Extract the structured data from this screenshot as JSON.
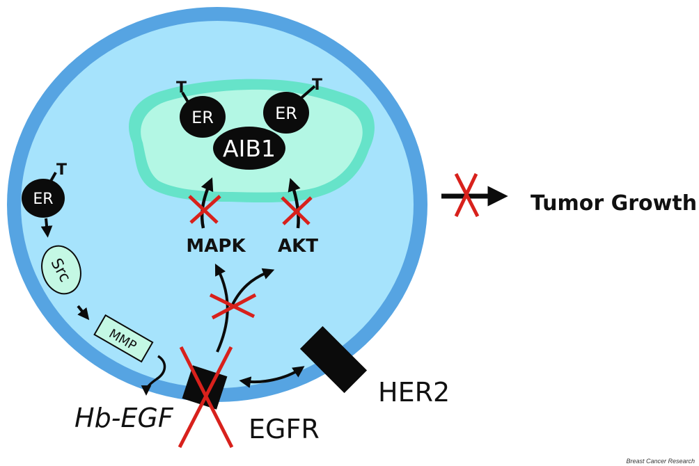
{
  "figure": {
    "labels": {
      "nucleus_complex": "AIB1",
      "er": "ER",
      "tamoxifen": "T",
      "mapk": "MAPK",
      "akt": "AKT",
      "src": "Src",
      "mmp": "MMP",
      "hb_egf": "Hb-EGF",
      "egfr": "EGFR",
      "her2": "HER2",
      "tumor_growth": "Tumor Growth"
    },
    "colors": {
      "cell_membrane": "#56a4e2",
      "cytoplasm": "#a6e3fc",
      "nuclear_envelope": "#66e3c9",
      "nucleoplasm": "#b3f7e4",
      "protein": "#0b0b0b",
      "inhibition": "#d8211c",
      "src_mmp_fill": "#c4f8e4"
    },
    "credit": "Breast Cancer Research"
  }
}
